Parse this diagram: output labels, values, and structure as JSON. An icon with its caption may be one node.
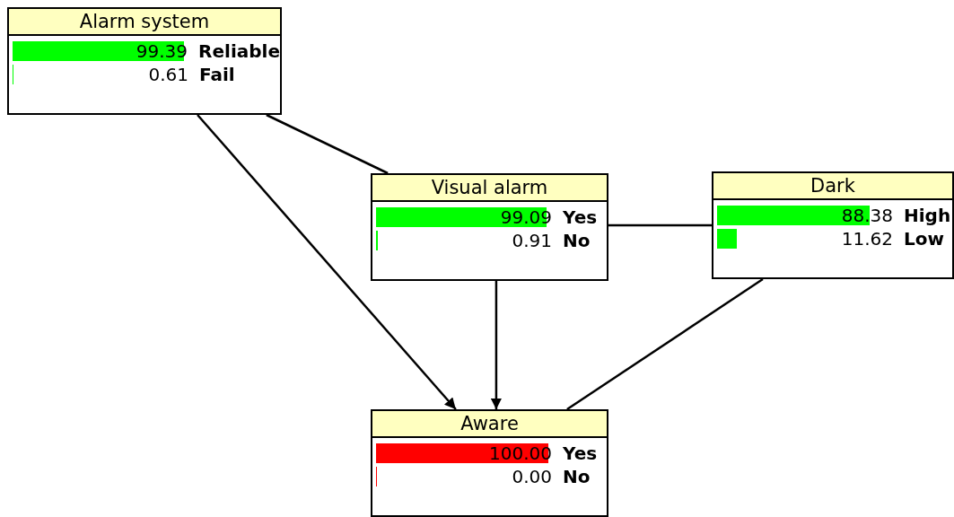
{
  "diagram": {
    "nodes": [
      {
        "text": [
          "Alarm system",
          "99.39",
          "Reliable",
          "0.61",
          "Fail"
        ]
      },
      {
        "text": [
          "Visual alarm",
          "99.09",
          "Yes",
          "0.91",
          "No"
        ]
      },
      {
        "text": [
          "Dark",
          "88.38",
          "High",
          "11.62",
          "Low"
        ]
      },
      {
        "text": [
          "Aware",
          "100.00",
          "Yes",
          "0.00",
          "No"
        ]
      }
    ],
    "edges": [
      {
        "from": 0,
        "to": 1,
        "arrow": "none"
      },
      {
        "from": 0,
        "to": 3,
        "arrow": "to"
      },
      {
        "from": 1,
        "to": 3,
        "arrow": "to"
      },
      {
        "from": 2,
        "to": 1,
        "arrow": "none"
      },
      {
        "from": 2,
        "to": 3,
        "arrow": "none"
      }
    ]
  }
}
